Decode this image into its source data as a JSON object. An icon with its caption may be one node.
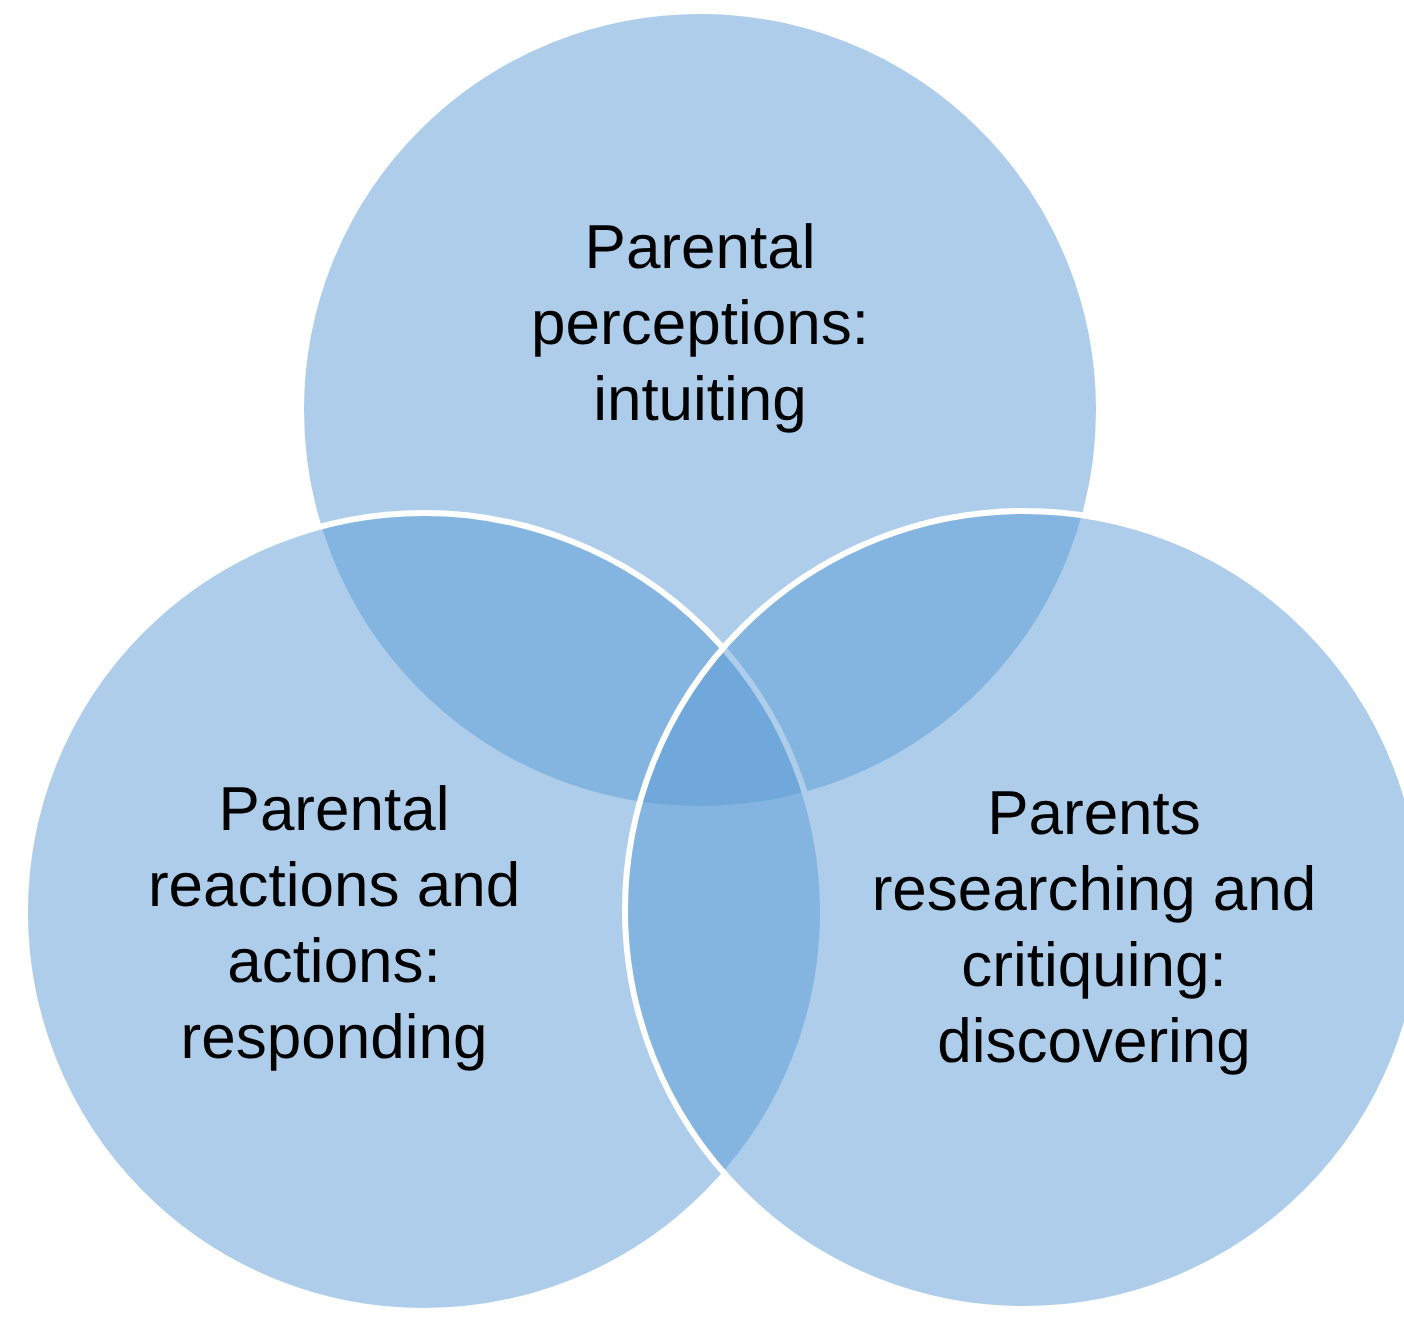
{
  "diagram": {
    "nodes": [
      {
        "text": [
          "Parental perceptions: intuiting"
        ]
      },
      {
        "text": [
          "Parental reactions and actions: responding"
        ]
      },
      {
        "text": [
          "Parents researching and critiquing: discovering"
        ]
      }
    ]
  }
}
